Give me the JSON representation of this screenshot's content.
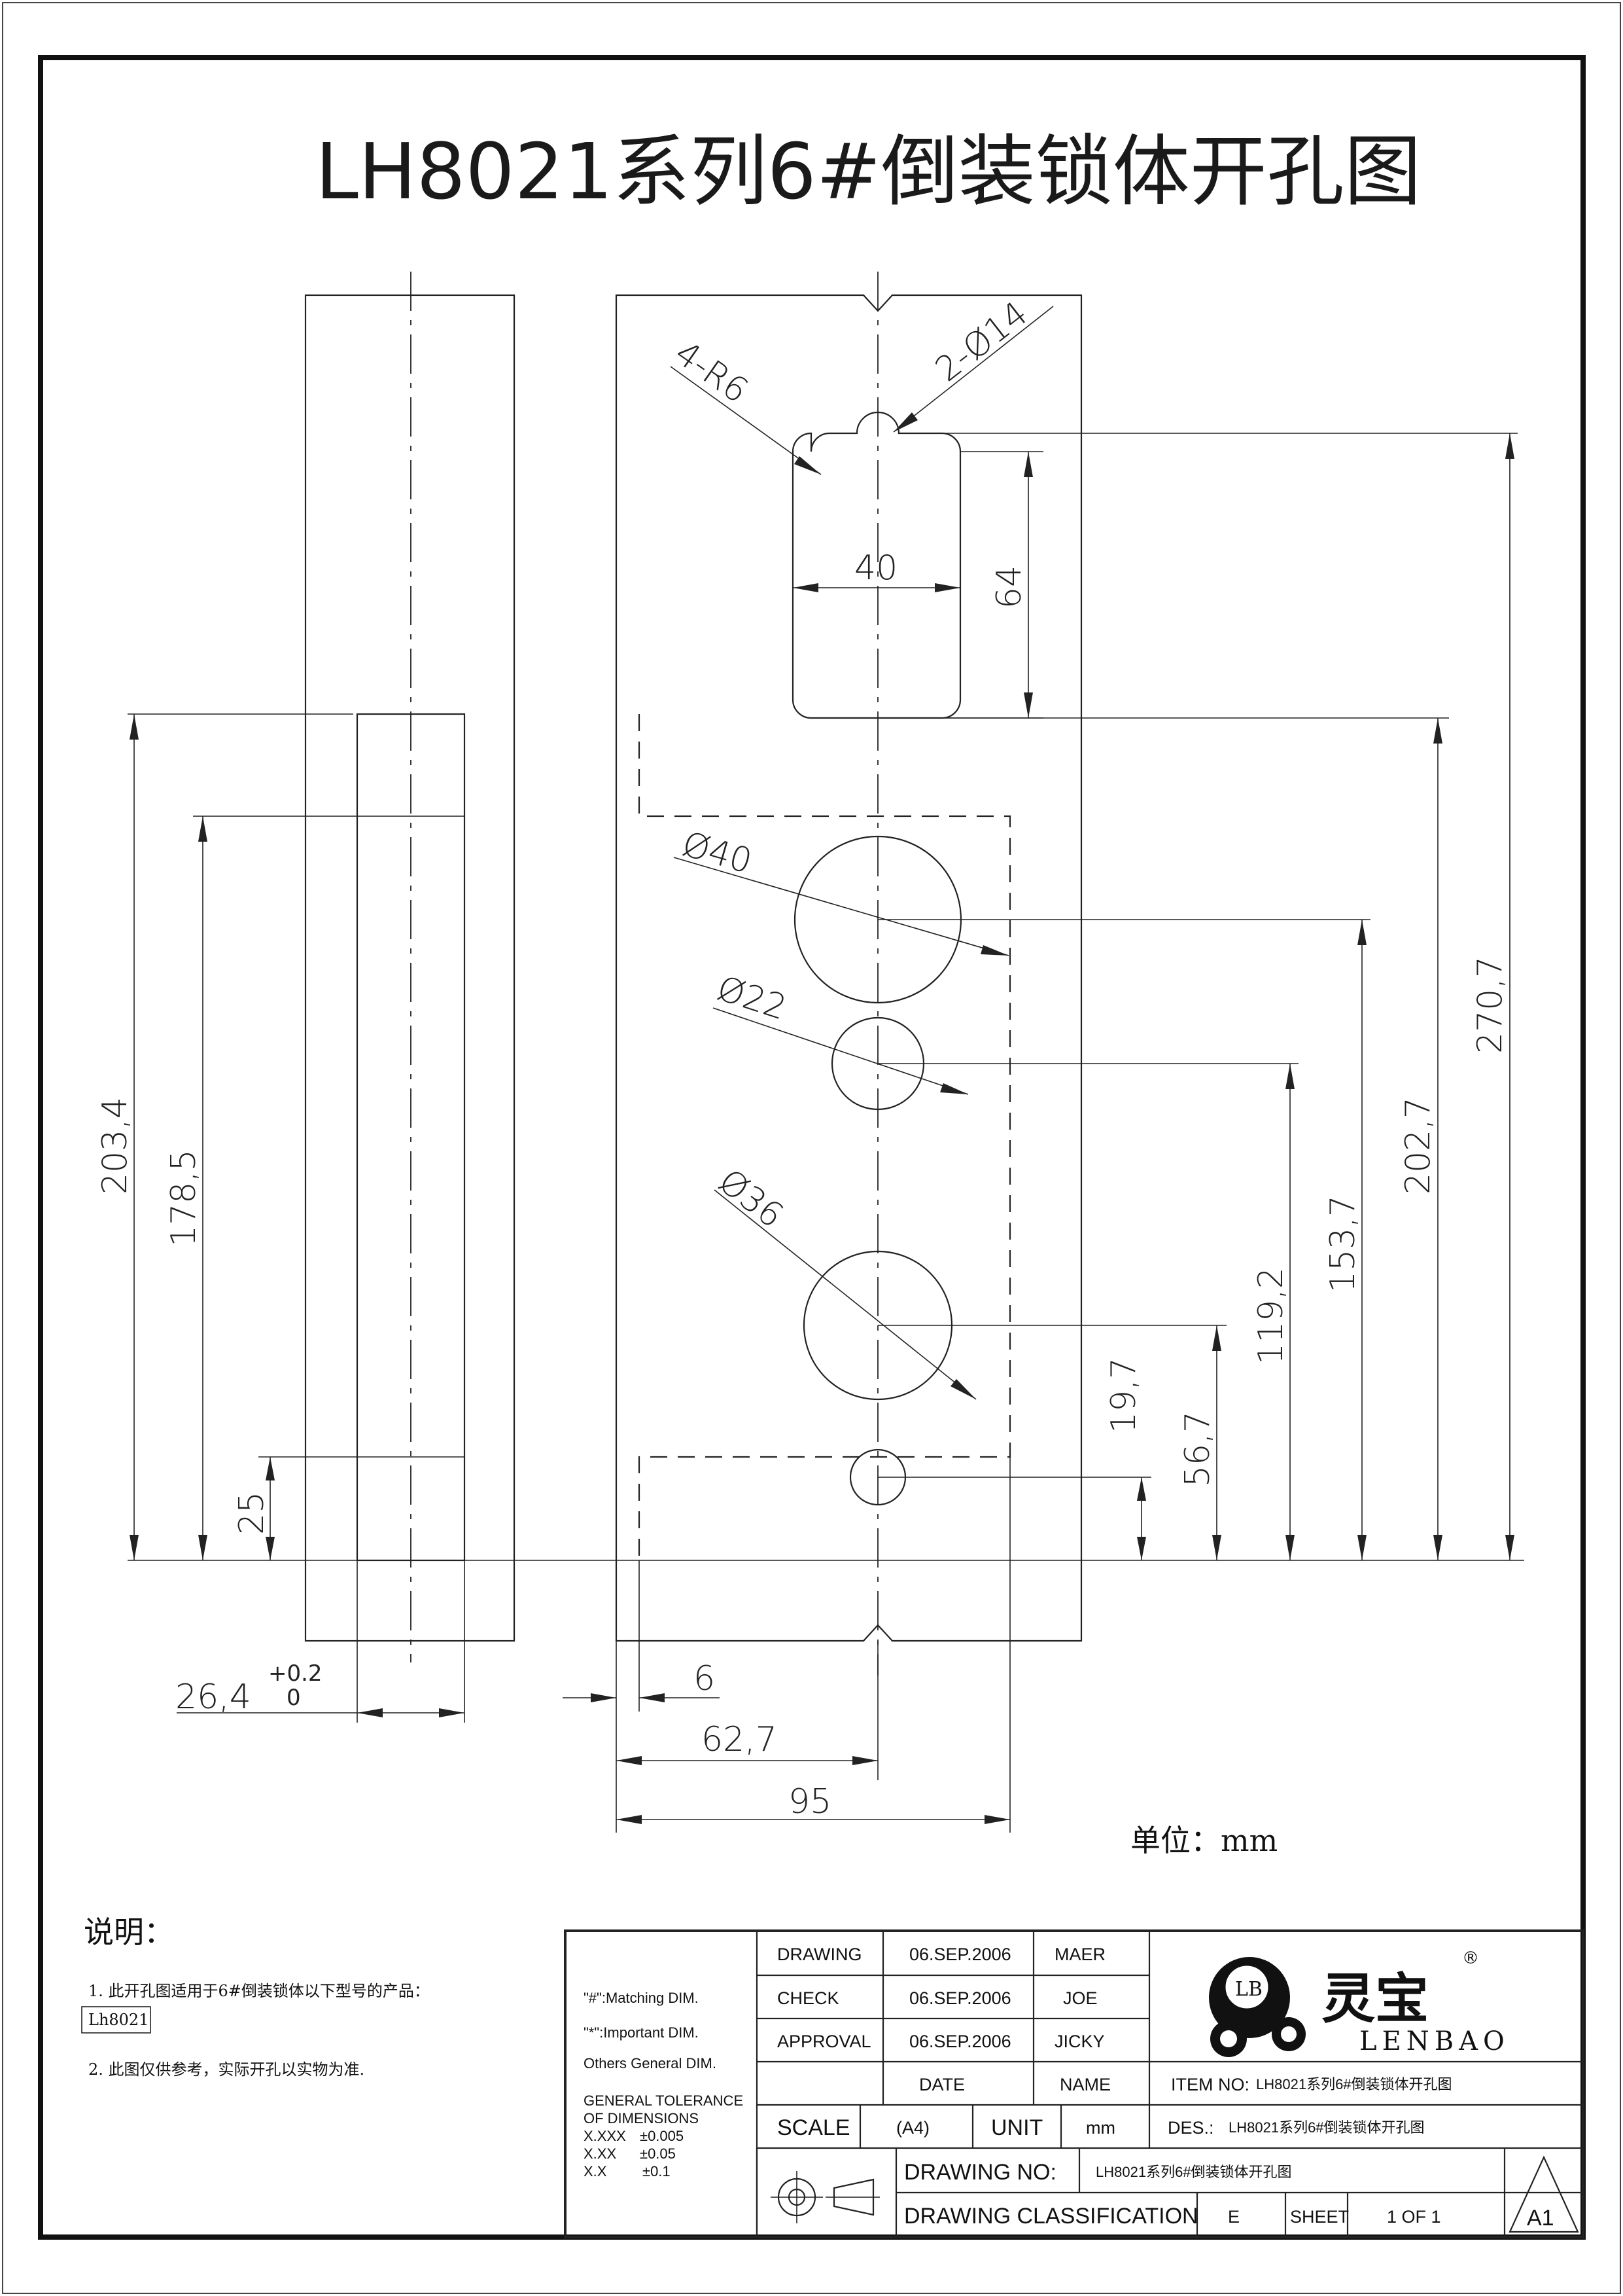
{
  "title": "LH8021系列6#倒装锁体开孔图",
  "unit_label": "单位：mm",
  "dimensions": {
    "d_2_phi14": "2-Ø14",
    "d_4_r6": "4-R6",
    "d_40_width": "40",
    "d_64": "64",
    "d_phi40": "Ø40",
    "d_phi22": "Ø22",
    "d_phi36": "Ø36",
    "d_270_7": "270,7",
    "d_202_7": "202,7",
    "d_153_7": "153,7",
    "d_119_2": "119,2",
    "d_56_7": "56,7",
    "d_19_7": "19,7",
    "d_203_4": "203,4",
    "d_178_5": "178,5",
    "d_25": "25",
    "d_26_4": "26,4",
    "d_tol_upper": "+0.2",
    "d_tol_lower": "0",
    "d_6": "6",
    "d_62_7": "62,7",
    "d_95": "95"
  },
  "notes": {
    "heading": "说明：",
    "line1": "1. 此开孔图适用于6#倒装锁体以下型号的产品：",
    "model": "Lh8021",
    "line2": "2. 此图仅供参考，实际开孔以实物为准."
  },
  "title_block": {
    "matching": "\"#\":Matching  DIM.",
    "important": "\"*\":Important  DIM.",
    "others": "Others General  DIM.",
    "tol_heading1": "GENERAL TOLERANCE",
    "tol_heading2": "OF DIMENSIONS",
    "tol1_label": "X.XXX",
    "tol1_value": "±0.005",
    "tol2_label": "X.XX",
    "tol2_value": "±0.05",
    "tol3_label": "X.X",
    "tol3_value": "±0.1",
    "drawing_label": "DRAWING",
    "drawing_date": "06.SEP.2006",
    "drawing_name": "MAER",
    "check_label": "CHECK",
    "check_date": "06.SEP.2006",
    "check_name": "JOE",
    "approval_label": "APPROVAL",
    "approval_date": "06.SEP.2006",
    "approval_name": "JICKY",
    "date_header": "DATE",
    "name_header": "NAME",
    "item_no_label": "ITEM NO:",
    "item_no_value": "LH8021系列6#倒装锁体开孔图",
    "scale_label": "SCALE",
    "scale_value": "(A4)",
    "unit_label": "UNIT",
    "unit_value": "mm",
    "des_label": "DES.:",
    "des_value": "LH8021系列6#倒装锁体开孔图",
    "drawing_no_label": "DRAWING NO:",
    "drawing_no_value": "LH8021系列6#倒装锁体开孔图",
    "classification_label": "DRAWING CLASSIFICATION",
    "classification_value": "E",
    "sheet_label": "SHEET",
    "sheet_value": "1 OF 1",
    "size_mark": "A1"
  },
  "logo": {
    "monogram": "LB",
    "chinese": "灵宝",
    "english": "LENBAO",
    "registered": "®"
  }
}
